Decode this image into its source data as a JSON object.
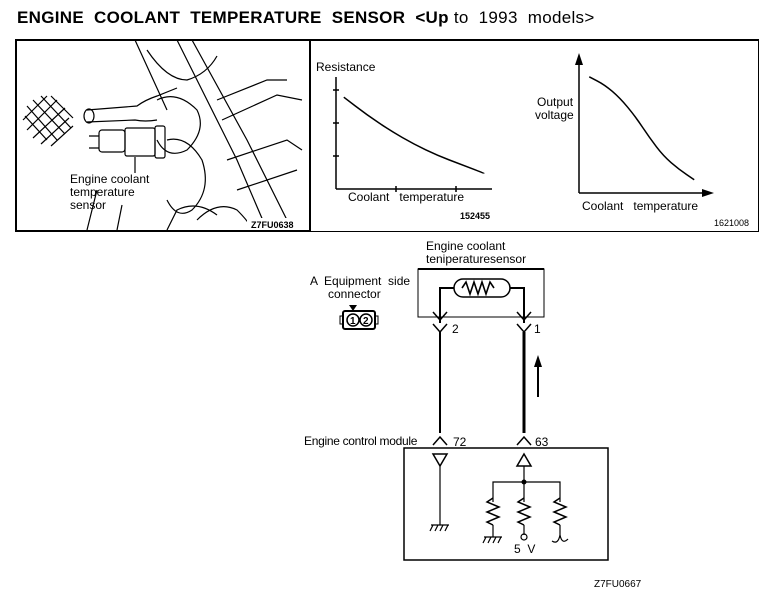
{
  "document": {
    "title_bold": "ENGINE  COOLANT  TEMPERATURE  SENSOR  <Up",
    "title_rest": " to  1993  models>"
  },
  "photo": {
    "label_lines": [
      "Engine coolant",
      "temperature",
      "sensor"
    ],
    "figure_code": "Z7FU0638"
  },
  "chart_data": [
    {
      "type": "line",
      "title": "",
      "ylabel": "Resistance",
      "xlabel": "Coolant   temperature",
      "figure_code": "152455",
      "grid": false,
      "series": [
        {
          "name": "Resistance vs coolant temperature",
          "x": [
            0.05,
            0.2,
            0.35,
            0.5,
            0.65,
            0.8,
            0.95
          ],
          "y": [
            0.82,
            0.66,
            0.52,
            0.4,
            0.3,
            0.22,
            0.14
          ]
        }
      ],
      "x_ticks": 2,
      "y_ticks": 3,
      "xlim": [
        0,
        1
      ],
      "ylim": [
        0,
        1
      ]
    },
    {
      "type": "line",
      "title": "",
      "ylabel": "Output voltage",
      "xlabel": "Coolant   temperature",
      "figure_code": "1621008",
      "grid": false,
      "series": [
        {
          "name": "Output voltage vs coolant temperature",
          "x": [
            0.08,
            0.2,
            0.32,
            0.44,
            0.55,
            0.66,
            0.78,
            0.9
          ],
          "y": [
            0.88,
            0.82,
            0.72,
            0.58,
            0.42,
            0.28,
            0.18,
            0.1
          ]
        }
      ],
      "xlim": [
        0,
        1
      ],
      "ylim": [
        0,
        1
      ]
    }
  ],
  "wiring": {
    "sensor_label_lines": [
      "Engine coolant",
      "teniperaturesensor"
    ],
    "connector_label_lines": [
      "A  Equipment  side",
      "connector"
    ],
    "connector_pins": [
      "1",
      "2"
    ],
    "sensor_pins": [
      "2",
      "1"
    ],
    "ecm_label": "Engine control module",
    "ecm_pins": [
      "72",
      "63"
    ],
    "supply_label": "5  V",
    "figure_code": "Z7FU0667"
  }
}
